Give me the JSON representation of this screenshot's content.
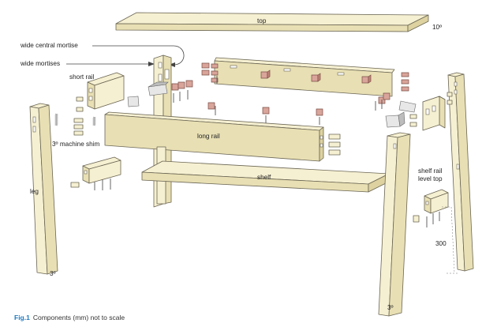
{
  "labels": {
    "top": "top",
    "top_angle": "10º",
    "wide_central_mortise": "wide central mortise",
    "wide_mortises": "wide mortises",
    "short_rail": "short rail",
    "machine_shim": "3º machine shim",
    "long_rail": "long rail",
    "shelf": "shelf",
    "leg": "leg",
    "leg_angle_left": "3º",
    "leg_angle_right": "3º",
    "shelf_rail_level_top_1": "shelf rail",
    "shelf_rail_level_top_2": "level top",
    "dimension_300": "300"
  },
  "caption": {
    "figure": "Fig.1",
    "text": "Components (mm) not to scale"
  },
  "colors": {
    "wood": "#f6f0d2",
    "block": "#d9a49a",
    "caption_accent": "#1f7bc0"
  }
}
